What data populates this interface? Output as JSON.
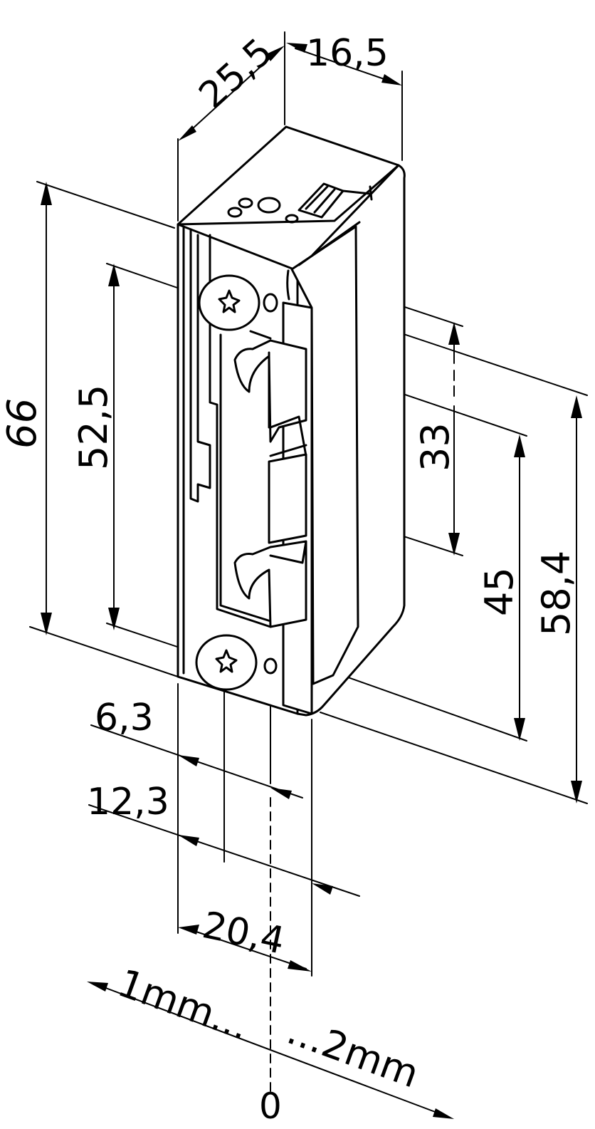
{
  "drawing": {
    "dimensions": {
      "depth": "25,5",
      "top_width": "16,5",
      "height_total": "66",
      "screw_spacing": "52,5",
      "latch_height": "33",
      "strike_height": "45",
      "faceplate_height": "58,4",
      "offset_small": "6,3",
      "offset_medium": "12,3",
      "front_width": "20,4"
    },
    "adjustment": {
      "left": "1mm...",
      "right": "...2mm",
      "zero": "0"
    }
  }
}
